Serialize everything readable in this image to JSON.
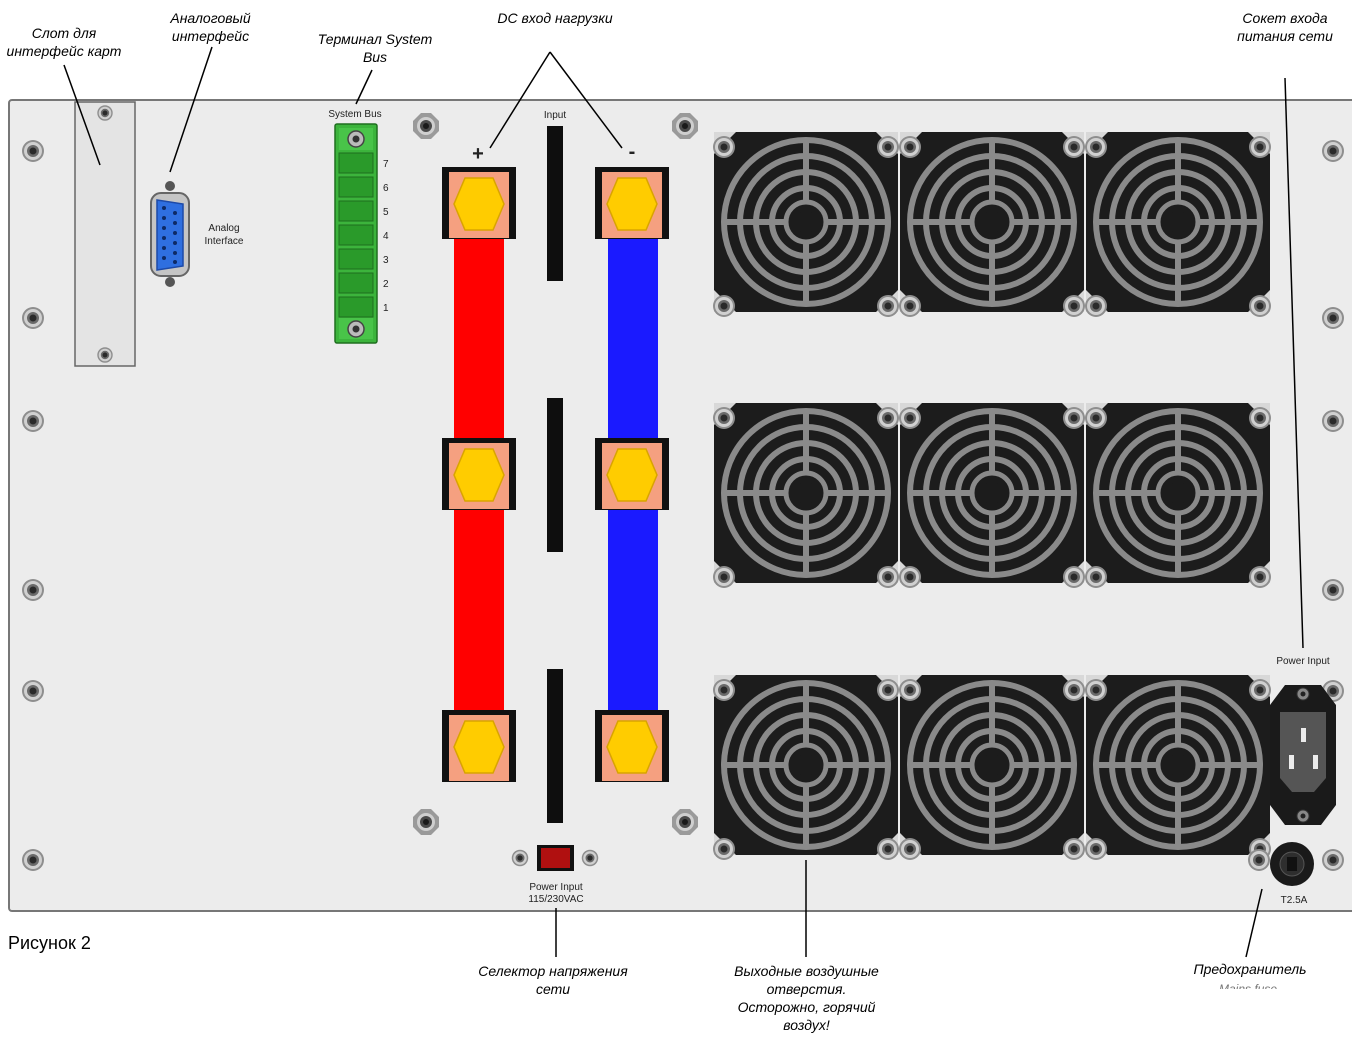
{
  "figure_label": "Рисунок 2",
  "callouts": {
    "card_slot": "Слот для\nинтерфейс карт",
    "analog_interface": "Аналоговый\nинтерфейс",
    "system_bus_terminal": "Терминал System\nBus",
    "dc_input": "DC вход нагрузки",
    "mains_socket": "Сокет входа\nпитания сети",
    "voltage_selector": "Селектор напряжения\nсети",
    "air_outlets": "Выходные воздушные\nотверстия.\nОсторожно, горячий\nвоздух!",
    "fuse": "Предохранитель"
  },
  "panel_labels": {
    "system_bus": "System Bus",
    "terminal_pins": [
      "7",
      "6",
      "5",
      "4",
      "3",
      "2",
      "1"
    ],
    "analog_line1": "Analog",
    "analog_line2": "Interface",
    "input": "Input",
    "plus": "+",
    "minus": "-",
    "power_input_right": "Power Input",
    "power_input_bottom_line1": "Power Input",
    "power_input_bottom_line2": "115/230VAC",
    "fuse_rating": "T2.5A",
    "residual_mains_fuse": "Mains fuse"
  },
  "colors": {
    "panel": "#ececec",
    "positive_bus": "#ff0000",
    "negative_bus": "#1a1aff",
    "terminal_block": "#3cb43c",
    "analog_connector": "#2f6fe0",
    "lug": "#f5a080",
    "hex_nut": "#ffcc00",
    "voltage_switch": "#b01010"
  }
}
